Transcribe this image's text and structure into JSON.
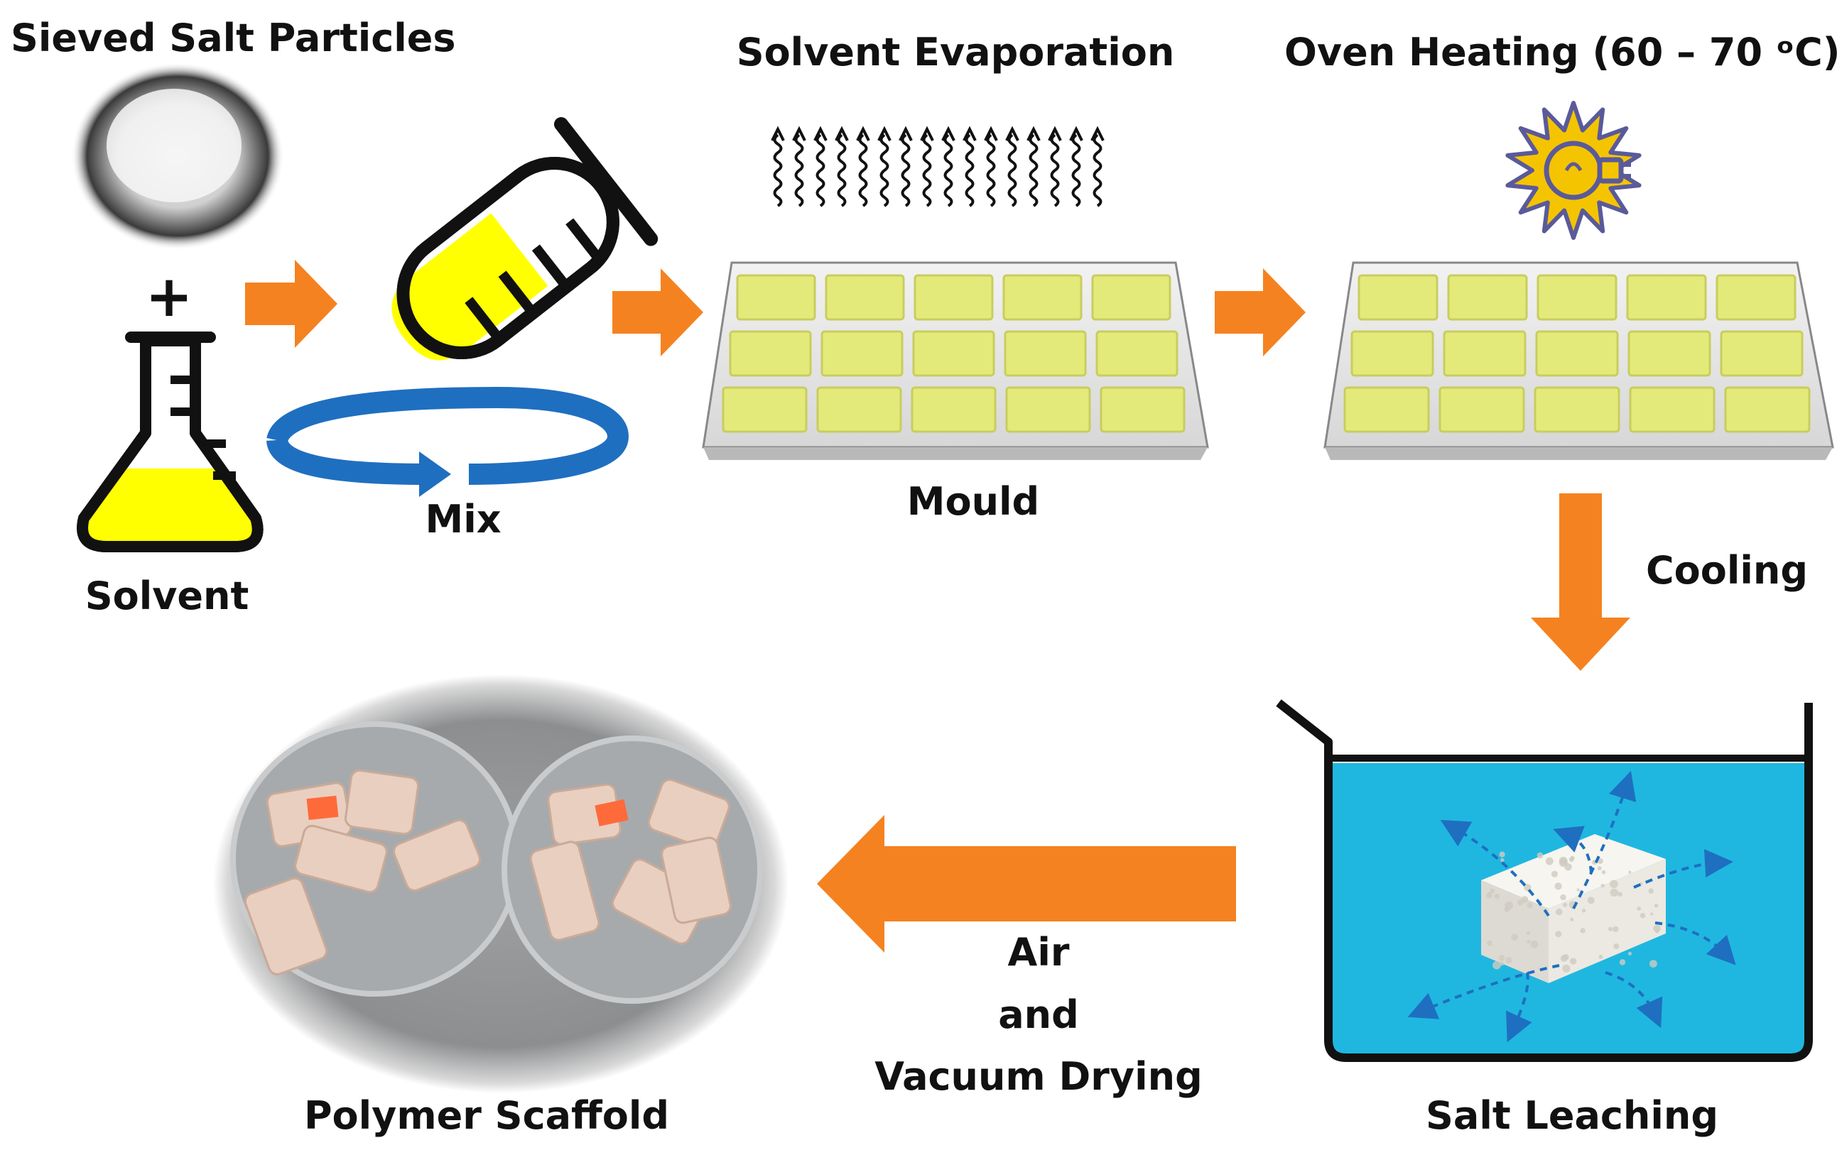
{
  "labels": {
    "salt": "Sieved Salt Particles",
    "plus": "+",
    "solvent": "Solvent",
    "mix": "Mix",
    "evaporation": "Solvent Evaporation",
    "mould": "Mould",
    "oven": "Oven Heating (60 – 70 ᵒC)",
    "cooling": "Cooling",
    "leaching": "Salt Leaching",
    "drying_1": "Air",
    "drying_2": "and",
    "drying_3": "Vacuum Drying",
    "scaffold": "Polymer Scaffold"
  },
  "colors": {
    "arrow": "#f58220",
    "liquid": "#ffff00",
    "mould_body": "#e6e6e6",
    "mould_cavity": "#e4ea7a",
    "water": "#1fb7e0",
    "mix_arrow": "#1f6fc0",
    "sun": "#f5c400",
    "outline": "#111111"
  },
  "icons": [
    "salt-pile-photo",
    "erlenmeyer-flask-icon",
    "test-tube-icon",
    "rotation-arrow-icon",
    "vapor-squiggle-icon",
    "sun-bulb-icon",
    "mould-tray-image",
    "leaching-bath-icon",
    "porous-scaffold-image",
    "petri-dish-photo"
  ]
}
